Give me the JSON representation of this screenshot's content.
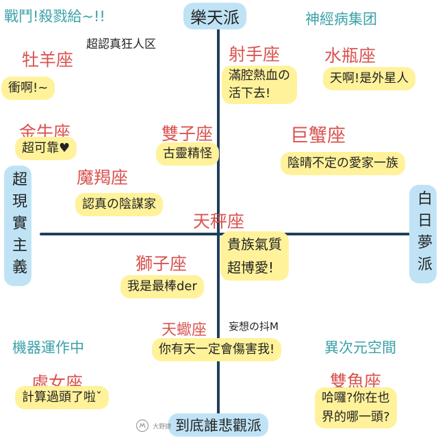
{
  "axis": {
    "top": "樂天派",
    "bottom": "到底誰悲觀派",
    "left": "超現實主義",
    "right": "白日夢派"
  },
  "corners": {
    "top_left": "戰鬥!殺戮給~!!",
    "top_right": "神經病集团",
    "bottom_left": "機器運作中",
    "bottom_right": "異次元空間"
  },
  "signs": [
    {
      "name": "牡羊座",
      "desc": "衝啊!~",
      "note": "超認真狂人区"
    },
    {
      "name": "金牛座",
      "desc": "超可靠♥"
    },
    {
      "name": "魔羯座",
      "desc": "認真の陰謀家"
    },
    {
      "name": "雙子座",
      "desc": "古靈精怪"
    },
    {
      "name": "射手座",
      "desc_lines": [
        "滿腔熱血の",
        "活下去!"
      ]
    },
    {
      "name": "水瓶座",
      "desc": "天啊!是外星人"
    },
    {
      "name": "巨蟹座",
      "desc": "陰晴不定の愛家一族"
    },
    {
      "name": "天秤座",
      "desc_lines": [
        "貴族氣質",
        "超博愛!"
      ]
    },
    {
      "name": "獅子座",
      "desc": "我是最棒der"
    },
    {
      "name": "天蠍座",
      "desc": "你有天一定會傷害我!",
      "note": "妄想の抖M"
    },
    {
      "name": "處女座",
      "desc": "計算過頭了啦ˇ"
    },
    {
      "name": "雙魚座",
      "desc_lines": [
        "哈囉?你在也",
        "界的哪一頭?"
      ]
    }
  ],
  "logo": "大野捷"
}
